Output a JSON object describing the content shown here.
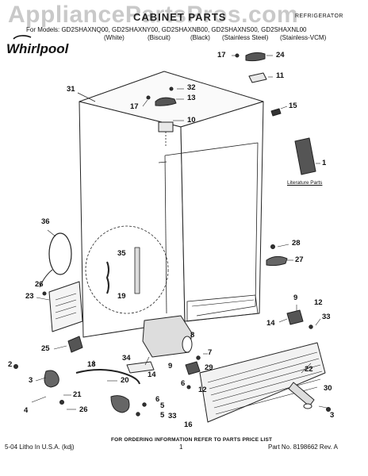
{
  "watermark": "AppliancePartsPros.com",
  "header": {
    "title": "CABINET PARTS",
    "product_type": "REFRIGERATOR",
    "models_line": "For Models: GD2SHAXNQ00, GD2SHAXNY00, GD2SHAXNB00, GD2SHAXNS00, GD2SHAXNL00",
    "colors": [
      "(White)",
      "(Biscuit)",
      "(Black)",
      "(Stainless Steel)",
      "(Stainless-VCM)"
    ],
    "brand": "Whirlpool"
  },
  "labels": {
    "literature_parts": "Literature Parts"
  },
  "callouts": [
    "31",
    "17",
    "32",
    "13",
    "10",
    "17",
    "24",
    "11",
    "15",
    "1",
    "36",
    "35",
    "19",
    "26",
    "23",
    "25",
    "28",
    "27",
    "9",
    "12",
    "14",
    "33",
    "8",
    "7",
    "29",
    "34",
    "9",
    "18",
    "20",
    "2",
    "3",
    "21",
    "4",
    "26",
    "6",
    "5",
    "5",
    "14",
    "6",
    "12",
    "33",
    "16",
    "22",
    "30",
    "3"
  ],
  "footer": {
    "ordering_note": "FOR ORDERING INFORMATION REFER TO PARTS PRICE LIST",
    "litho": "5-04 Litho In U.S.A. (kdj)",
    "page": "1",
    "part_no": "Part No. 8198662 Rev. A"
  }
}
